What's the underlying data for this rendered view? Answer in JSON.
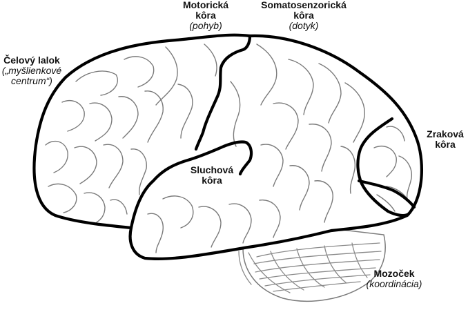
{
  "labels": {
    "motor": {
      "name": "Motorická\nkôra",
      "gloss": "(pohyb)"
    },
    "somato": {
      "name": "Somatosenzorická\nkôra",
      "gloss": "(dotyk)"
    },
    "frontal": {
      "name": "Čelový lalok",
      "gloss": "(„myšlienkové\ncentrum“)"
    },
    "visual": {
      "name": "Zraková\nkôra",
      "gloss": ""
    },
    "auditory": {
      "name": "Sluchová\nkôra",
      "gloss": ""
    },
    "cerebellum": {
      "name": "Mozoček",
      "gloss": "(koordinácia)"
    }
  }
}
